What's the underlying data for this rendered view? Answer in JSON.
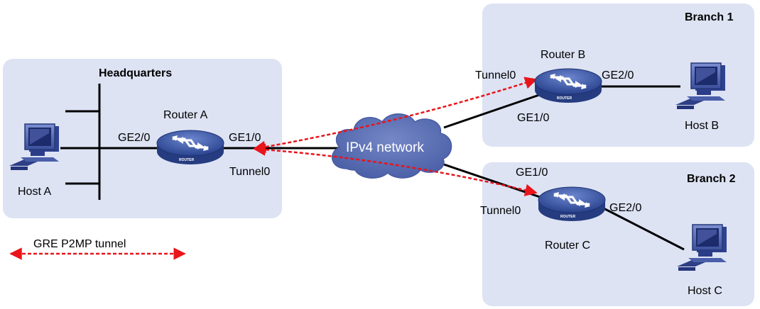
{
  "regions": {
    "headquarters": "Headquarters",
    "branch1": "Branch 1",
    "branch2": "Branch 2"
  },
  "devices": {
    "router_a": "Router A",
    "router_b": "Router B",
    "router_c": "Router C",
    "host_a": "Host A",
    "host_b": "Host B",
    "host_c": "Host C",
    "router_badge": "ROUTER"
  },
  "interfaces": {
    "a_ge2": "GE2/0",
    "a_ge1": "GE1/0",
    "a_tunnel": "Tunnel0",
    "b_tunnel": "Tunnel0",
    "b_ge2": "GE2/0",
    "b_ge1": "GE1/0",
    "c_ge1": "GE1/0",
    "c_tunnel": "Tunnel0",
    "c_ge2": "GE2/0"
  },
  "network": {
    "cloud_label": "IPv4 network"
  },
  "legend": {
    "tunnel_label": "GRE P2MP tunnel"
  },
  "colors": {
    "region_fill": "#dde3f3",
    "router_fill": "#3f5aa6",
    "cloud_fill": "#5b6fb4",
    "tunnel_color": "#e8151b"
  }
}
